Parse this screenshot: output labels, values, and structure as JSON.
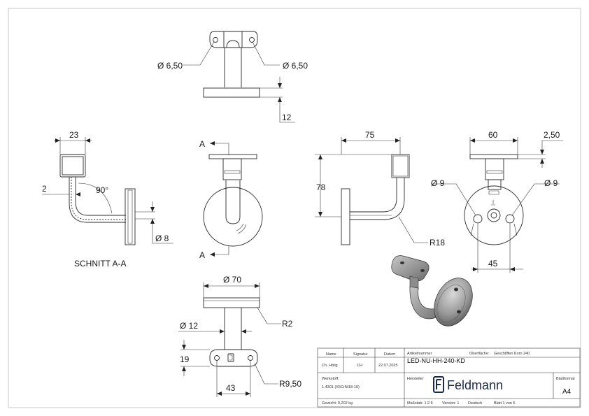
{
  "dimensions": {
    "top_hole_left": "Ø 6,50",
    "top_hole_right": "Ø 6,50",
    "top_thickness": "12",
    "section_width": "23",
    "section_wall": "2",
    "section_angle": "90°",
    "section_pin": "Ø 8",
    "section_title": "SCHNITT A-A",
    "section_marker": "A",
    "side_depth": "75",
    "side_height": "78",
    "side_radius": "R18",
    "back_width": "60",
    "back_thickness": "2,50",
    "back_hole_left": "Ø 9",
    "back_hole_right": "Ø 9",
    "back_spacing": "45",
    "bottom_diameter": "Ø 70",
    "bottom_edge_radius": "R2",
    "bottom_tube": "Ø 12",
    "bottom_width": "19",
    "bottom_spacing": "43",
    "bottom_radius": "R9,50"
  },
  "title_block": {
    "name_label": "Name",
    "signature_label": "Signatur",
    "date_label": "Datum",
    "name_value": "Ch. Hölig",
    "signature_value": "CH",
    "date_value": "22.07.2025",
    "article_label": "Artikelnummer",
    "article_value": "LED-NU-HH-240-KD",
    "surface_label": "Oberfläche:",
    "surface_value": "Geschliffen Korn 240",
    "material_label": "Werkstoff:",
    "material_value": "1.4301 (X5CrNi18-10)",
    "manufacturer_label": "Hersteller",
    "brand": "Feldmann",
    "format_label": "Blattformat",
    "format_value": "A4",
    "weight": "Gewicht: 0,202 kg",
    "scale": "Maßstab: 1:2.5",
    "version": "Version: 1",
    "language": "Deutsch",
    "sheet": "Blatt 1 von 6"
  }
}
